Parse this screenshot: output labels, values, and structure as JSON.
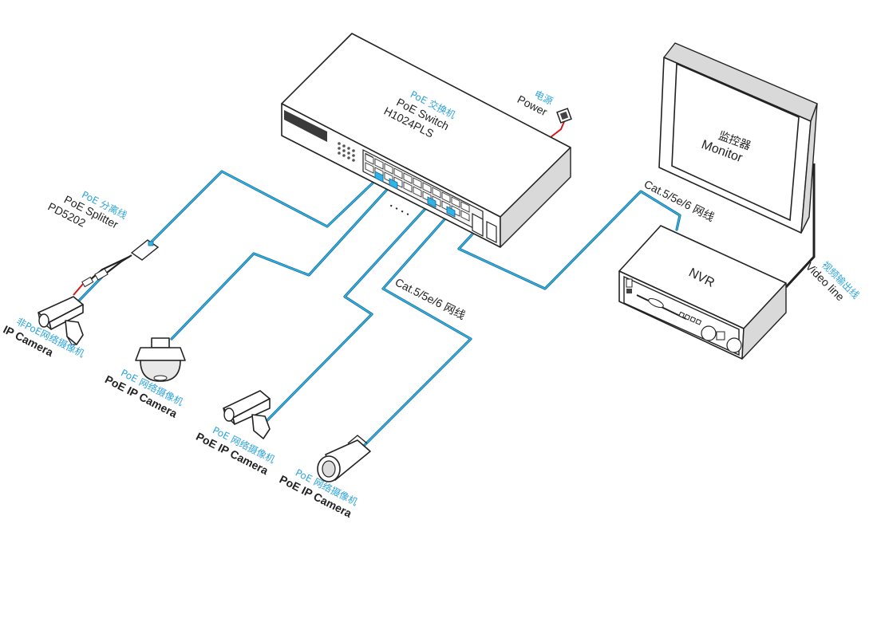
{
  "switch": {
    "label_cn": "PoE 交换机",
    "label_en": "PoE Switch",
    "model": "H1024PLS",
    "dots": ". . . ."
  },
  "power": {
    "label_cn": "电源",
    "label_en": "Power"
  },
  "splitter": {
    "label_cn": "PoE 分离线",
    "label_en": "PoE Splitter",
    "model": "PD5202"
  },
  "monitor": {
    "label_cn": "监控器",
    "label_en": "Monitor"
  },
  "nvr": {
    "label": "NVR"
  },
  "video_line": {
    "label_cn": "视频输出线",
    "label_en": "Video line"
  },
  "cables": [
    {
      "label": "Cat.5/5e/6 网线"
    },
    {
      "label": "Cat.5/5e/6 网线"
    }
  ],
  "cameras": [
    {
      "label_cn": "非PoE网络摄像机",
      "label_en": "IP Camera"
    },
    {
      "label_cn": "PoE 网络摄像机",
      "label_en": "PoE IP Camera"
    },
    {
      "label_cn": "PoE 网络摄像机",
      "label_en": "PoE IP Camera"
    },
    {
      "label_cn": "PoE 网络摄像机",
      "label_en": "PoE IP Camera"
    }
  ],
  "colors": {
    "cable": "#2fb4ea",
    "label_cn": "#2fa4dc",
    "power_wire": "#d11a1a"
  }
}
